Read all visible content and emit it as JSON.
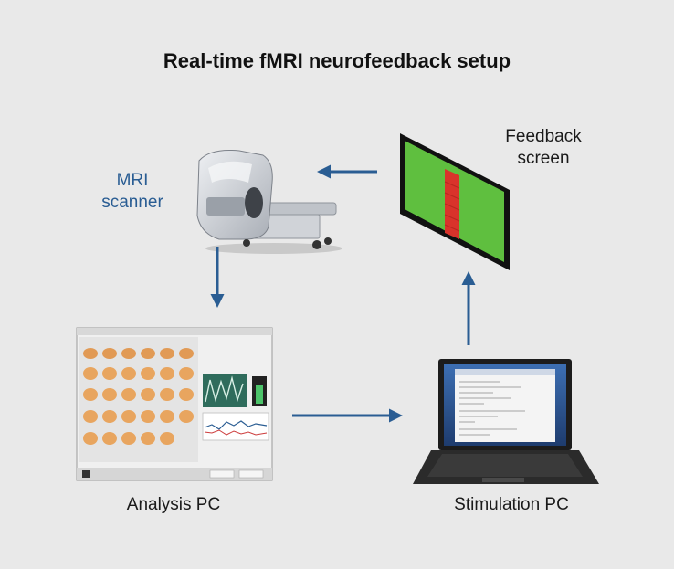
{
  "title": "Real-time fMRI neurofeedback setup",
  "nodes": {
    "mri_scanner": {
      "label_line1": "MRI",
      "label_line2": "scanner"
    },
    "feedback_screen": {
      "label_line1": "Feedback",
      "label_line2": "screen"
    },
    "analysis_pc": {
      "label": "Analysis PC"
    },
    "stimulation_pc": {
      "label": "Stimulation PC"
    }
  },
  "edges": [
    {
      "from": "mri_scanner",
      "to": "analysis_pc"
    },
    {
      "from": "analysis_pc",
      "to": "stimulation_pc"
    },
    {
      "from": "stimulation_pc",
      "to": "feedback_screen"
    },
    {
      "from": "feedback_screen",
      "to": "mri_scanner"
    }
  ],
  "colors": {
    "arrow": "#2a5d93",
    "mri_label": "#2a5d93",
    "screen_green": "#5fbf3f",
    "screen_bar": "#d9332b",
    "background": "#e9e9e9"
  },
  "icons": {
    "mri_scanner": "mri-scanner-icon",
    "feedback_screen": "feedback-screen-icon",
    "analysis_pc": "analysis-monitor-icon",
    "stimulation_pc": "laptop-icon"
  }
}
